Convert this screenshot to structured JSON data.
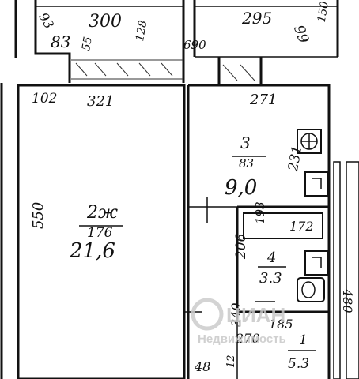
{
  "dimensions": {
    "top_left_width": "300",
    "top_right_width": "295",
    "top_left_depth": "93",
    "top_right_depth": "99",
    "top_right_small": "150",
    "top_left_inner": "83",
    "top_left_mark": "55",
    "top_left_rot": "128",
    "gap": "690",
    "corner": "102",
    "room_width": "321",
    "room_height": "550",
    "kitchen_width": "271",
    "kitchen_height": "231",
    "hall_height": "206",
    "bath_width": "172",
    "bath_depth": "193",
    "wc_height": "340",
    "corridor_width": "270",
    "corridor_depth": "185",
    "door_offset": "48",
    "door_small": "12",
    "right_edge": "480"
  },
  "rooms": {
    "living": {
      "number": "2ж",
      "height_mark": "176",
      "area": "21,6"
    },
    "kitchen": {
      "number": "3",
      "height_mark": "83",
      "area": "9,0"
    },
    "bath": {
      "number": "4",
      "area": "3.3"
    },
    "hall": {
      "number": "1",
      "area": "5.3"
    }
  },
  "watermark": "ЦИАН",
  "watermark_sub": "Недвижимость"
}
